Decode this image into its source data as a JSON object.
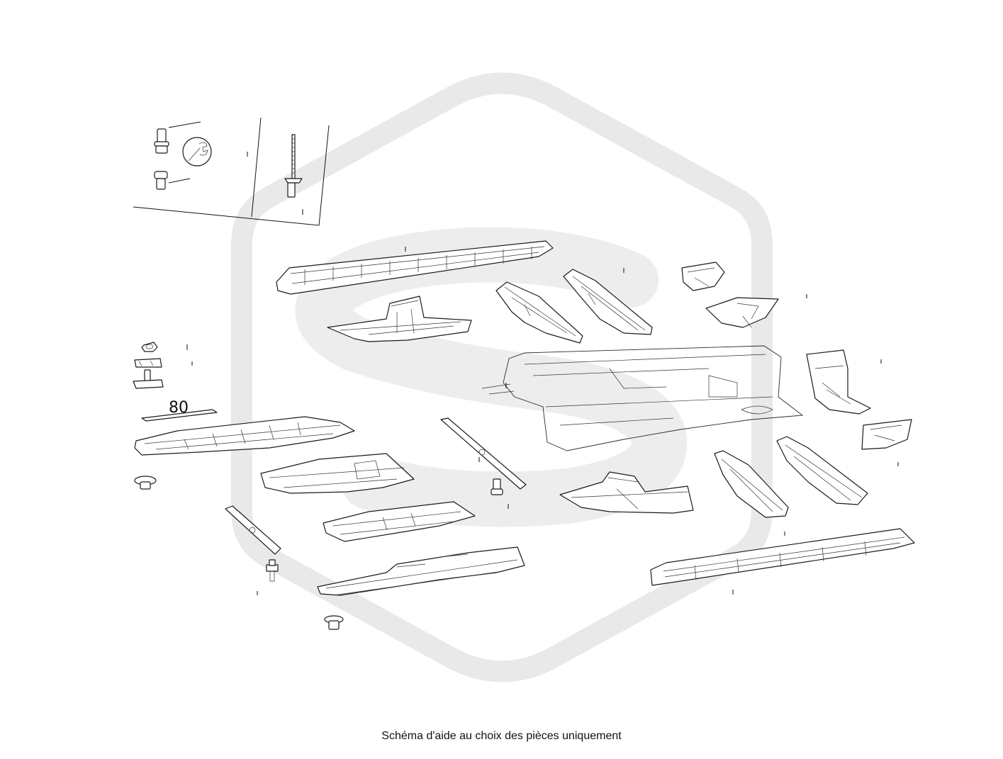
{
  "diagram": {
    "callouts": [
      {
        "id": "callout-80",
        "label": "80"
      }
    ],
    "watermark": {
      "color": "#e9e9e9",
      "shape": "hexagon-s-logo"
    }
  },
  "footer": {
    "note": "Schéma d'aide au choix des pièces uniquement"
  }
}
